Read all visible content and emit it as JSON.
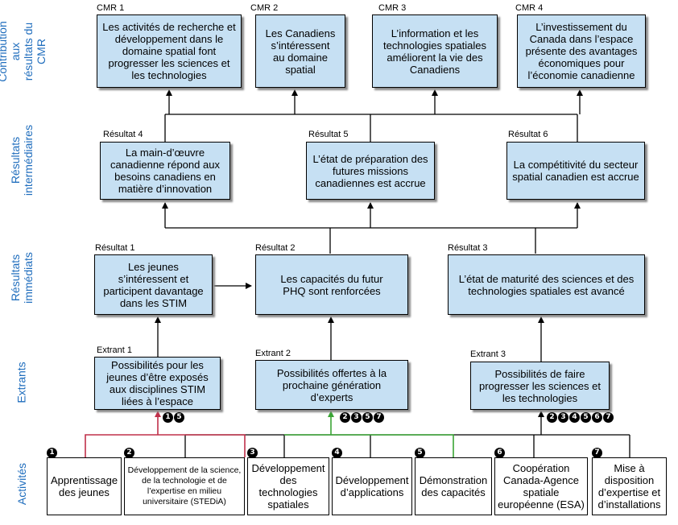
{
  "rows": {
    "cmr": "Contribution aux résultats du CMR",
    "intermediaires": "Résultats intermédiaires",
    "immediats": "Résultats immédiats",
    "extrants": "Extrants",
    "activites": "Activités"
  },
  "cmr": [
    {
      "label": "CMR 1",
      "text": "Les activités de recherche et développement dans le domaine spatial font progresser les sciences et les technologies"
    },
    {
      "label": "CMR 2",
      "text": "Les Canadiens s’intéressent au domaine spatial"
    },
    {
      "label": "CMR 3",
      "text": "L’information et les technologies spatiales améliorent la vie des Canadiens"
    },
    {
      "label": "CMR 4",
      "text": "L’investissement du Canada dans l’espace présente des avantages économiques pour l’économie canadienne"
    }
  ],
  "intermediate": [
    {
      "label": "Résultat 4",
      "text": "La main-d’œuvre canadienne répond aux besoins canadiens en matière d’innovation"
    },
    {
      "label": "Résultat 5",
      "text": "L’état de préparation des futures missions canadiennes est accrue"
    },
    {
      "label": "Résultat 6",
      "text": "La compétitivité du secteur spatial canadien est accrue"
    }
  ],
  "immediate": [
    {
      "label": "Résultat 1",
      "text": "Les jeunes s’intéressent et participent davantage dans les STIM"
    },
    {
      "label": "Résultat 2",
      "text": "Les capacités du futur PHQ sont renforcées"
    },
    {
      "label": "Résultat 3",
      "text": "L’état de maturité des sciences et des technologies spatiales est avancé"
    }
  ],
  "outputs": [
    {
      "label": "Extrant 1",
      "text": "Possibilités pour les jeunes d’être exposés aux disciplines STIM liées à l’espace",
      "badges": [
        "1",
        "5"
      ]
    },
    {
      "label": "Extrant 2",
      "text": "Possibilités offertes à la prochaine génération d’experts",
      "badges": [
        "2",
        "3",
        "5",
        "7"
      ]
    },
    {
      "label": "Extrant 3",
      "text": "Possibilités de faire progresser les sciences et les technologies",
      "badges": [
        "2",
        "3",
        "4",
        "5",
        "6",
        "7"
      ]
    }
  ],
  "activities": [
    {
      "num": "1",
      "text": "Apprentissage des jeunes"
    },
    {
      "num": "2",
      "text": "Développement de la science, de la technologie et de l’expertise en milieu universitaire (STEDiA)"
    },
    {
      "num": "3",
      "text": "Développement des technologies spatiales"
    },
    {
      "num": "4",
      "text": "Développement d’applications"
    },
    {
      "num": "5",
      "text": "Démonstration des capacités"
    },
    {
      "num": "6",
      "text": "Coopération Canada-Agence spatiale européenne (ESA)"
    },
    {
      "num": "7",
      "text": "Mise à disposition d’expertise et d’installations"
    }
  ],
  "colors": {
    "box_fill": "#c6e0f3",
    "row_label": "#1f6dbd",
    "connector_extrant1": "#c0304a",
    "connector_extrant2": "#3aa535",
    "connector_extrant3": "#000000"
  }
}
